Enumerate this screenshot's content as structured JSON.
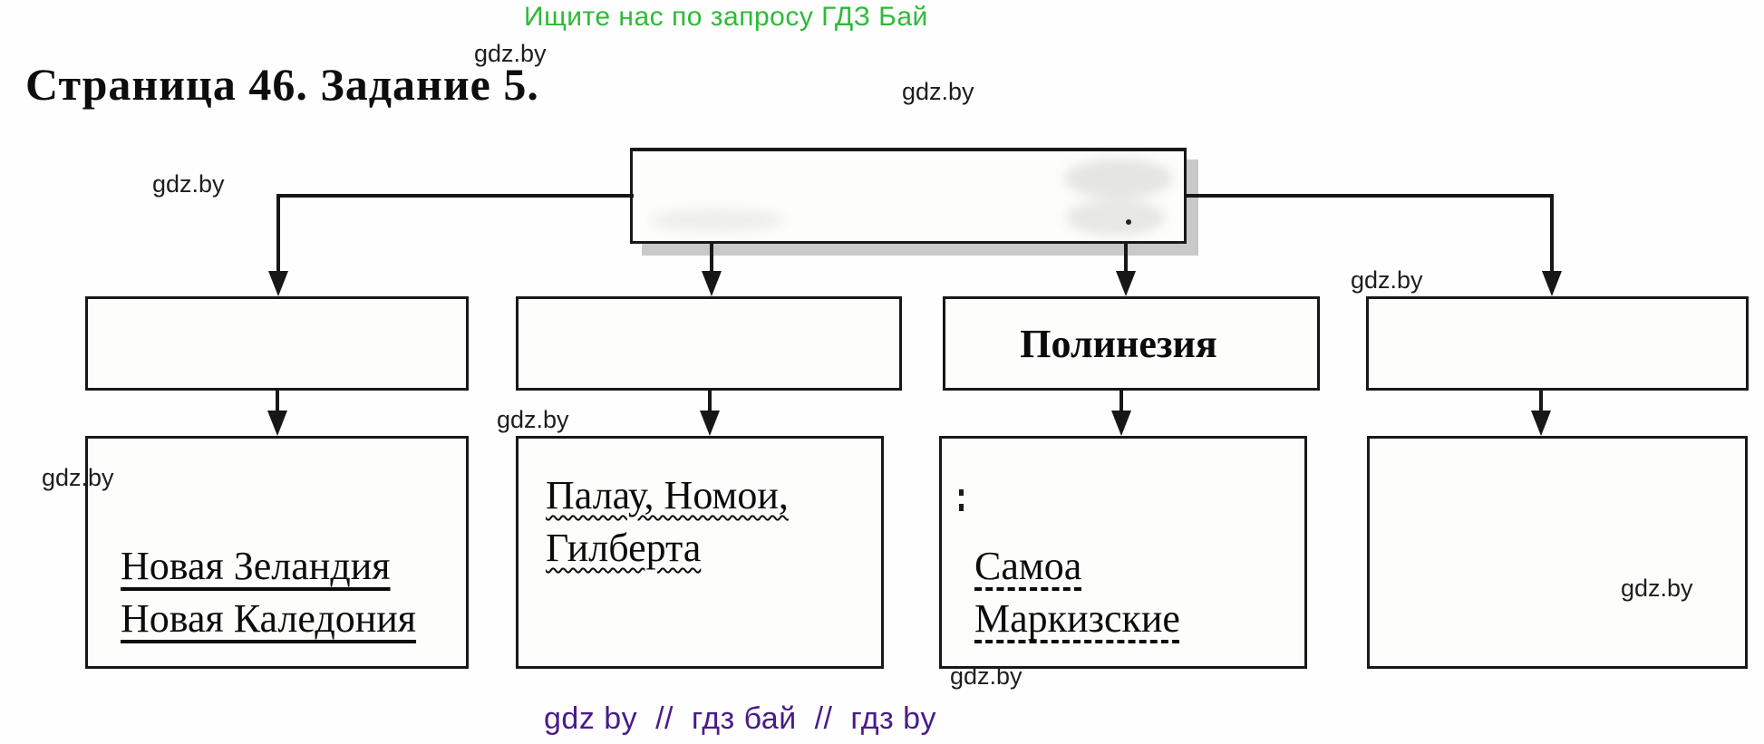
{
  "page": {
    "promo_header": "Ищите нас по запросу ГДЗ Бай",
    "title": "Страница 46. Задание 5.",
    "watermark": "gdz.by",
    "footer": "gdz by  //  гдз бай  //  гдз by",
    "colors": {
      "promo_green": "#2dbb38",
      "footer_purple": "#4a1b8a",
      "ink_black": "#161616",
      "box_shadow_gray": "#c9c9c9",
      "paper_white": "#fefefe"
    }
  },
  "diagram": {
    "root_label": "",
    "regions": [
      {
        "label": ""
      },
      {
        "label": ""
      },
      {
        "label": "Полинезия"
      },
      {
        "label": ""
      }
    ],
    "answers": [
      {
        "underline": "solid",
        "lines": [
          "Новая Зеландия",
          "Новая Каледония"
        ]
      },
      {
        "underline": "wavy",
        "lines": [
          "Палау, Номои,",
          "Гилберта"
        ]
      },
      {
        "underline": "dashed",
        "lines": [
          "Самоа",
          "Маркизские"
        ]
      },
      {
        "underline": "none",
        "lines": [
          "",
          ""
        ]
      }
    ]
  }
}
